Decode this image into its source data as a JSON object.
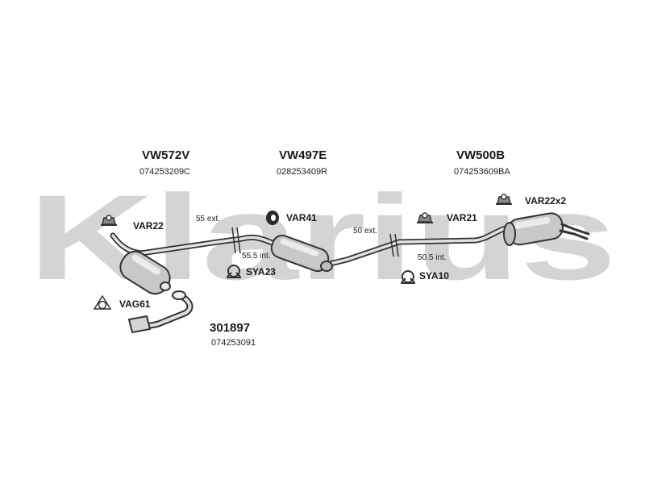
{
  "watermark": {
    "text": "Klarius",
    "color": "#d4d4d4"
  },
  "colors": {
    "part_fill": "#c8c8c8",
    "part_stroke": "#333333",
    "label": "#1a1a1a"
  },
  "parts": [
    {
      "id": "front",
      "name": "VW572V",
      "code": "074253209C"
    },
    {
      "id": "middle",
      "name": "VW497E",
      "code": "028253409R"
    },
    {
      "id": "rear",
      "name": "VW500B",
      "code": "074253609BA"
    },
    {
      "id": "downpipe",
      "name": "301897",
      "code": "074253091"
    }
  ],
  "clips": [
    {
      "id": "var22",
      "name": "VAR22",
      "icon": "hanger-icon"
    },
    {
      "id": "var41",
      "name": "VAR41",
      "icon": "rubber-ring-icon"
    },
    {
      "id": "var21",
      "name": "VAR21",
      "icon": "hanger-icon"
    },
    {
      "id": "var22x2",
      "name": "VAR22x2",
      "icon": "hanger-icon"
    },
    {
      "id": "vag61",
      "name": "VAG61",
      "icon": "gasket-icon"
    },
    {
      "id": "sya23",
      "name": "SYA23",
      "icon": "clamp-icon"
    },
    {
      "id": "sya10",
      "name": "SYA10",
      "icon": "clamp-icon"
    }
  ],
  "joints": [
    {
      "ext": "55 ext.",
      "int": "55.5 int."
    },
    {
      "ext": "50 ext.",
      "int": "50.5 int."
    }
  ]
}
